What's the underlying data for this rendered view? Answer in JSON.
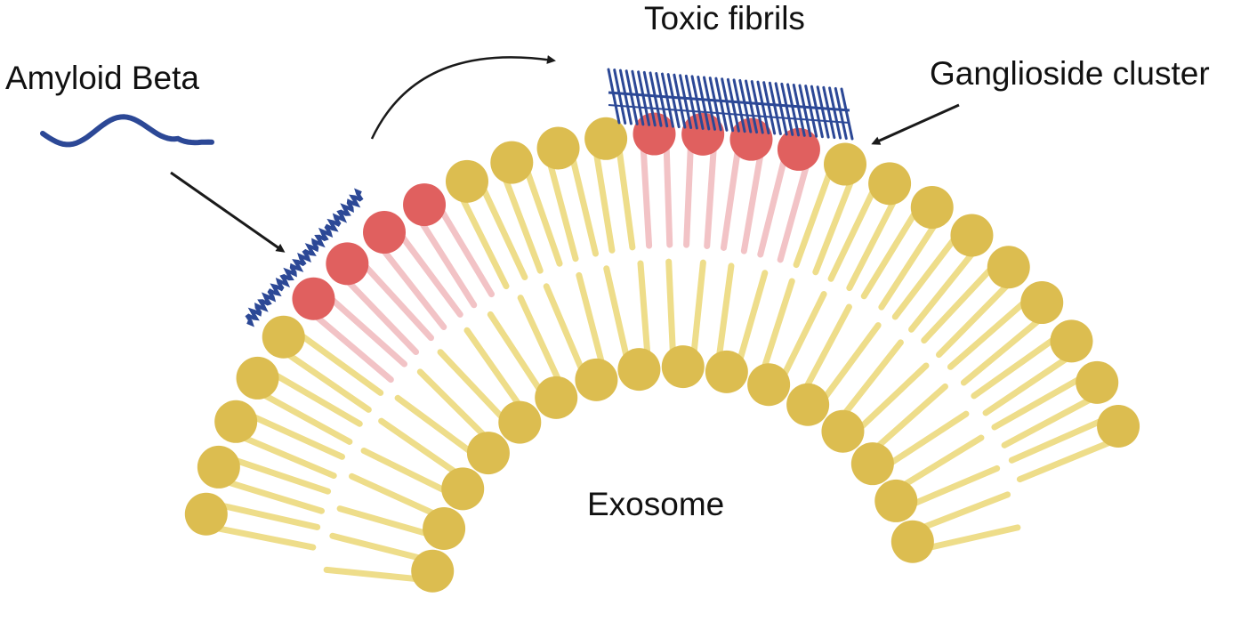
{
  "labels": {
    "amyloid_beta": "Amyloid Beta",
    "toxic_fibrils": "Toxic fibrils",
    "ganglioside_cluster": "Ganglioside cluster",
    "exosome": "Exosome"
  },
  "colors": {
    "lipid_head": "#dcbd50",
    "lipid_tail": "#eedd8a",
    "ganglioside_head": "#e0605f",
    "ganglioside_tail": "#f2c3c6",
    "amyloid": "#2c4896",
    "arrow": "#1a1a1a"
  }
}
